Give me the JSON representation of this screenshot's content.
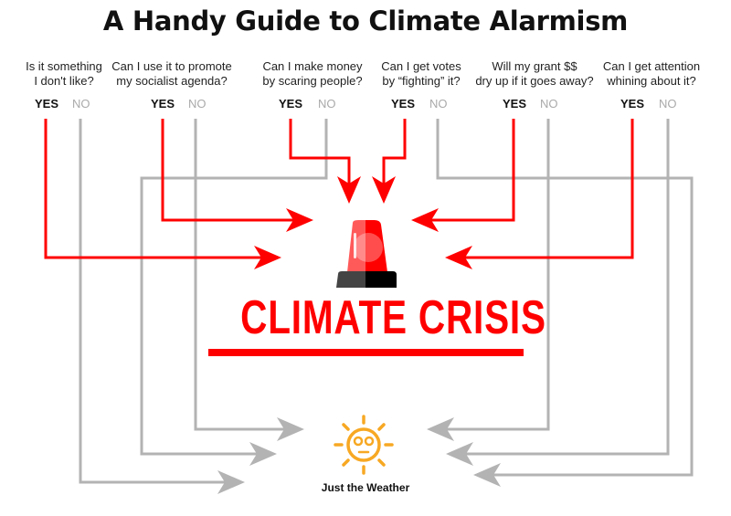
{
  "title": "A Handy Guide to Climate Alarmism",
  "questions": [
    {
      "text_line1": "Is it something",
      "text_line2": "I don't like?",
      "yes": "YES",
      "no": "NO"
    },
    {
      "text_line1": "Can I use it to promote",
      "text_line2": "my socialist agenda?",
      "yes": "YES",
      "no": "NO"
    },
    {
      "text_line1": "Can I make money",
      "text_line2": "by scaring people?",
      "yes": "YES",
      "no": "NO"
    },
    {
      "text_line1": "Can I get votes",
      "text_line2": "by “fighting” it?",
      "yes": "YES",
      "no": "NO"
    },
    {
      "text_line1": "Will my grant $$",
      "text_line2": "dry up if it goes away?",
      "yes": "YES",
      "no": "NO"
    },
    {
      "text_line1": "Can I get attention",
      "text_line2": "whining about it?",
      "yes": "YES",
      "no": "NO"
    }
  ],
  "outcome_yes": {
    "label": "CLIMATE CRISIS",
    "icon": "siren-icon"
  },
  "outcome_no": {
    "label": "Just the Weather",
    "icon": "eye-roll-sun-icon"
  },
  "colors": {
    "yes_path": "#ff0000",
    "no_path": "#b3b3b3",
    "sun": "#f7a823"
  }
}
